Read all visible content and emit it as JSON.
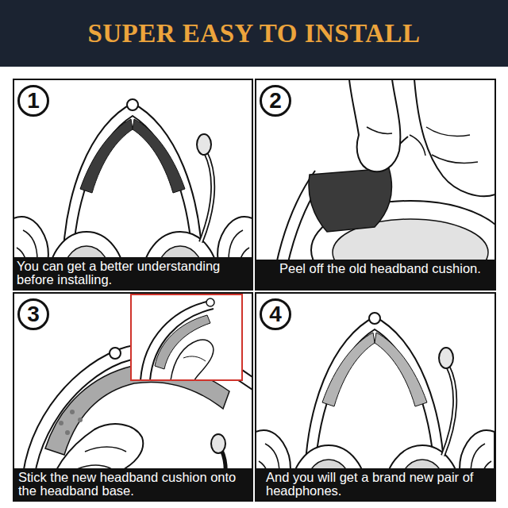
{
  "diagram": {
    "title": "SUPER EASY TO INSTALL",
    "nodes": [
      {
        "text": [
          "1"
        ]
      },
      {
        "text": [
          "You can get a better understanding before installing."
        ]
      },
      {
        "text": [
          "2"
        ]
      },
      {
        "text": [
          "Peel off the old headband cushion."
        ]
      },
      {
        "text": [
          "3"
        ]
      },
      {
        "text": [
          "Stick the new headband cushion onto the headband base."
        ]
      },
      {
        "text": [
          "4"
        ]
      },
      {
        "text": [
          "And you will get a brand new pair of headphones."
        ]
      }
    ]
  }
}
